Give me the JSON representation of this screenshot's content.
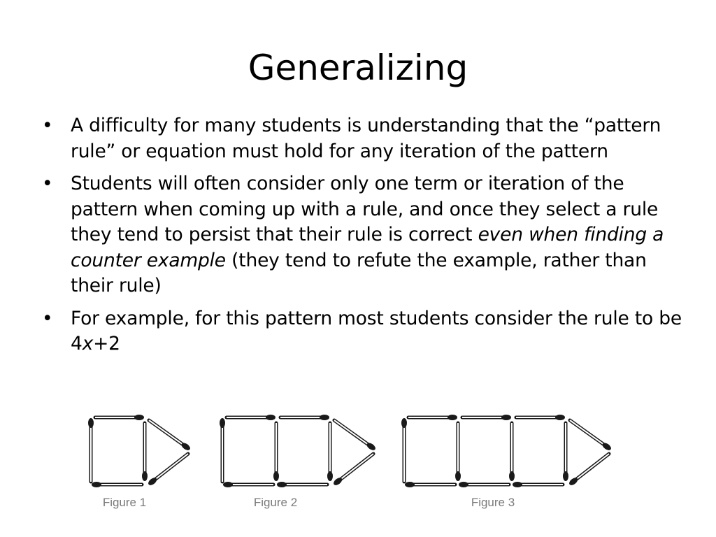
{
  "slide": {
    "title": "Generalizing",
    "bullet_marker": "•",
    "bullets": [
      {
        "text": "A difficulty for many students is understanding that the “pattern rule” or equation must hold for any iteration of the pattern"
      },
      {
        "text_before": "Students will often consider only one term or iteration of the pattern when coming up with a  rule, and once they select a rule they tend to persist that their rule is correct ",
        "text_italic": "even when finding a counter example",
        "text_after": " (they tend to refute the example, rather than their rule)"
      },
      {
        "text_before": "For example, for this pattern most students consider the rule to be 4",
        "text_italic": "x",
        "text_after": "+2"
      }
    ]
  },
  "figures": {
    "labels": [
      "Figure 1",
      "Figure 2",
      "Figure 3"
    ],
    "square_counts": [
      1,
      2,
      3
    ],
    "matchstick_color": "#1a1a1a",
    "label_color": "#7a7a7a"
  }
}
